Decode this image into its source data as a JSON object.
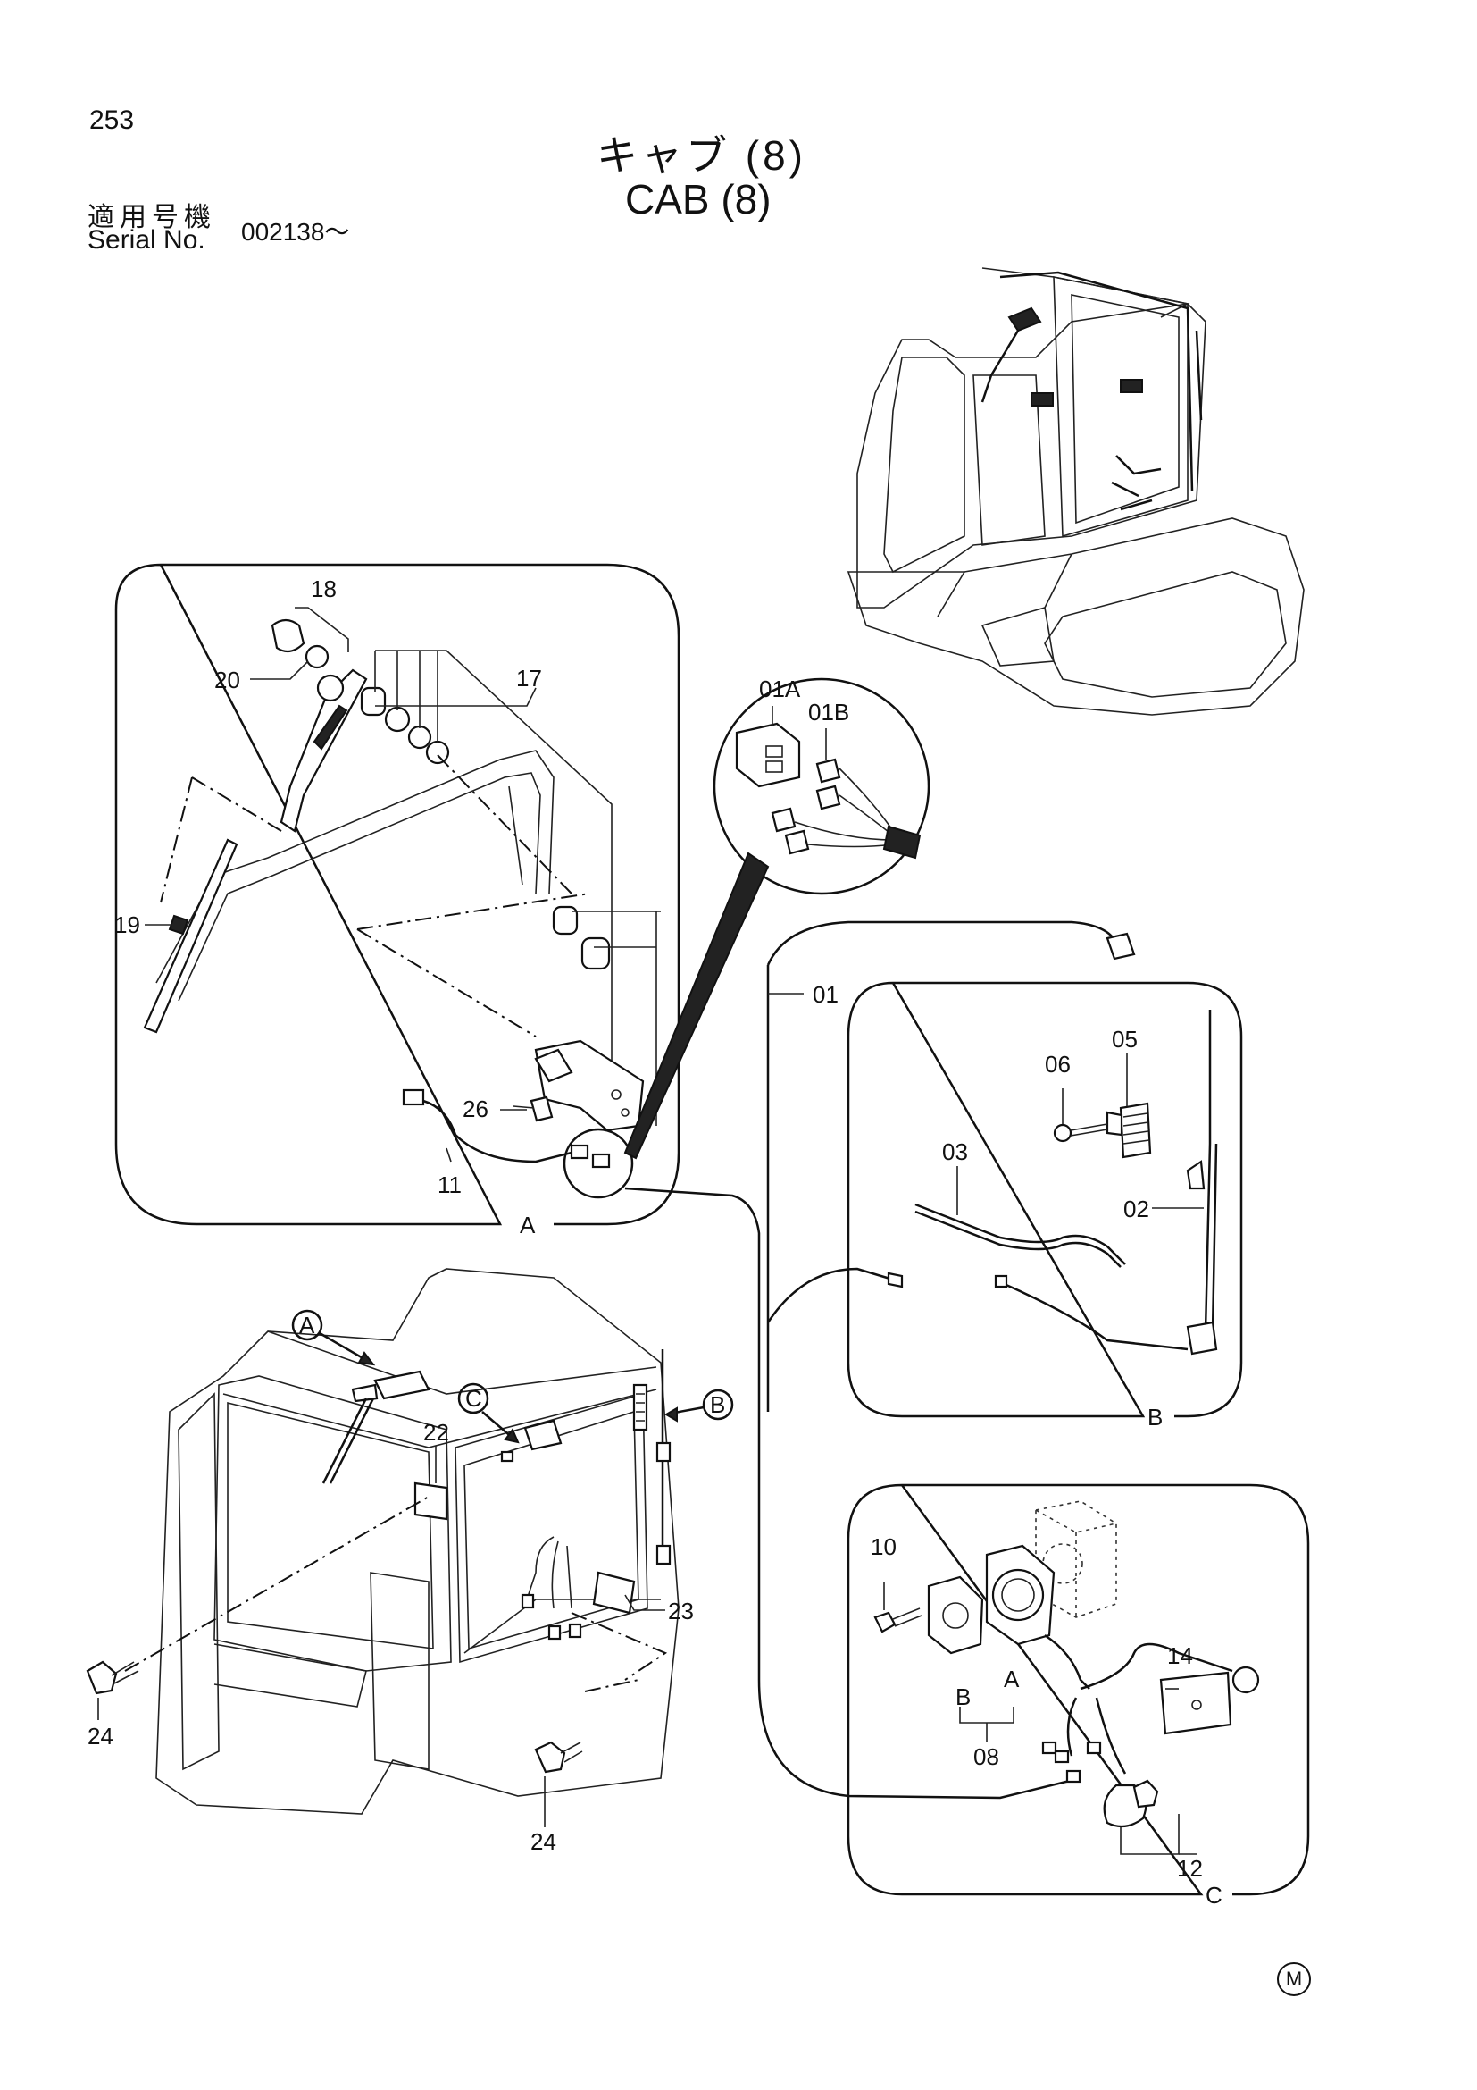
{
  "header": {
    "page_number": "253",
    "title_jp": "キャブ (8)",
    "title_en": "CAB (8)",
    "serial_label_jp": "適用号機",
    "serial_label_en": "Serial No.",
    "serial_value": "002138～"
  },
  "callouts": {
    "p01": "01",
    "p01A": "01A",
    "p01B": "01B",
    "p02": "02",
    "p03": "03",
    "p05": "05",
    "p06": "06",
    "p08": "08",
    "p10": "10",
    "p11": "11",
    "p12": "12",
    "p14": "14",
    "p17": "17",
    "p18": "18",
    "p19": "19",
    "p20": "20",
    "p22": "22",
    "p23": "23",
    "p24a": "24",
    "p24b": "24",
    "p26": "26"
  },
  "view_labels": {
    "detail_a": "A",
    "detail_b": "B",
    "detail_c": "C",
    "ref_a": "A",
    "ref_b": "B",
    "ref_c": "C",
    "conn_a": "A",
    "conn_b": "B"
  },
  "footer": {
    "mark": "M"
  }
}
